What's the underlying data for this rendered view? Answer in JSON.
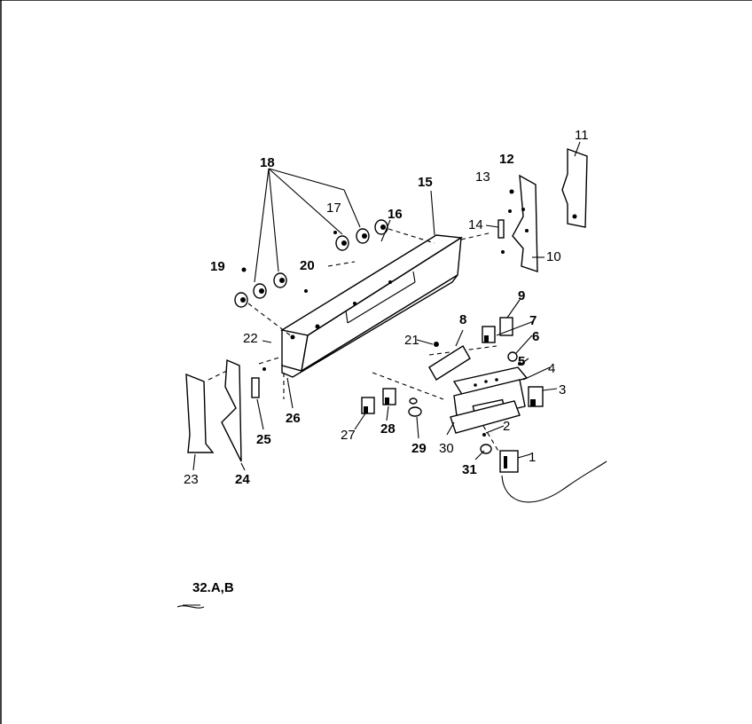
{
  "diagram": {
    "callouts": [
      {
        "id": "1",
        "text": "1"
      },
      {
        "id": "2",
        "text": "2"
      },
      {
        "id": "3",
        "text": "3"
      },
      {
        "id": "4",
        "text": "4"
      },
      {
        "id": "5",
        "text": "5"
      },
      {
        "id": "6",
        "text": "6"
      },
      {
        "id": "7",
        "text": "7"
      },
      {
        "id": "8",
        "text": "8"
      },
      {
        "id": "9",
        "text": "9"
      },
      {
        "id": "10",
        "text": "10"
      },
      {
        "id": "11",
        "text": "11"
      },
      {
        "id": "12",
        "text": "12"
      },
      {
        "id": "13",
        "text": "13"
      },
      {
        "id": "14",
        "text": "14"
      },
      {
        "id": "15",
        "text": "15"
      },
      {
        "id": "16",
        "text": "16"
      },
      {
        "id": "17",
        "text": "17"
      },
      {
        "id": "18",
        "text": "18"
      },
      {
        "id": "19",
        "text": "19"
      },
      {
        "id": "20",
        "text": "20"
      },
      {
        "id": "21",
        "text": "21"
      },
      {
        "id": "22",
        "text": "22"
      },
      {
        "id": "23",
        "text": "23"
      },
      {
        "id": "24",
        "text": "24"
      },
      {
        "id": "25",
        "text": "25"
      },
      {
        "id": "26",
        "text": "26"
      },
      {
        "id": "27",
        "text": "27"
      },
      {
        "id": "28",
        "text": "28"
      },
      {
        "id": "29",
        "text": "29"
      },
      {
        "id": "30",
        "text": "30"
      },
      {
        "id": "31",
        "text": "31"
      },
      {
        "id": "32",
        "text": "32.A,B"
      }
    ]
  }
}
